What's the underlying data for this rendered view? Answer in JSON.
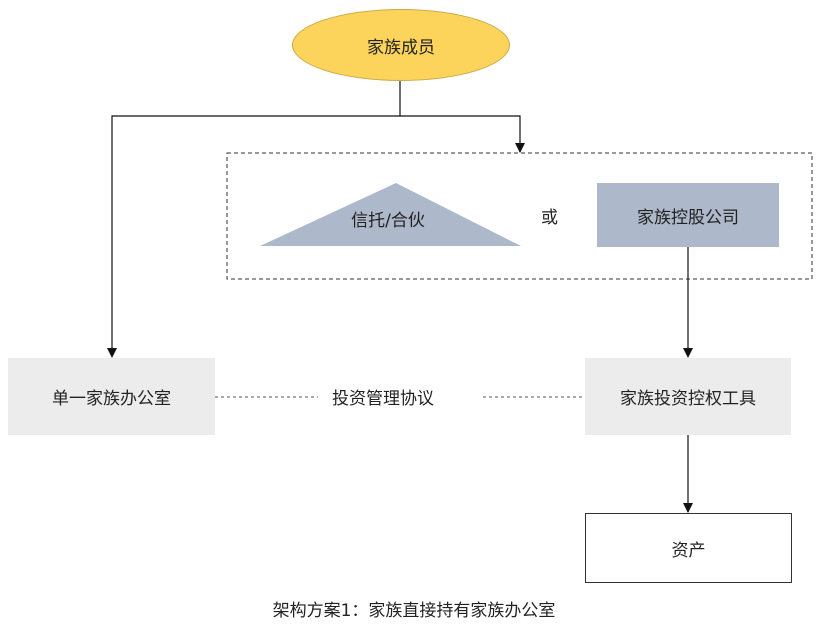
{
  "nodes": {
    "family_members": "家族成员",
    "trust_partnership": "信托/合伙",
    "or": "或",
    "holding_company": "家族控股公司",
    "single_family_office": "单一家族办公室",
    "investment_agreement": "投资管理协议",
    "investment_control_tool": "家族投资控权工具",
    "assets": "资产"
  },
  "caption": "架构方案1：家族直接持有家族办公室",
  "colors": {
    "ellipse_fill": "#fcd45b",
    "triangle_fill": "#adb8cb",
    "holding_fill": "#adb8cb",
    "box_fill": "#ececec"
  }
}
